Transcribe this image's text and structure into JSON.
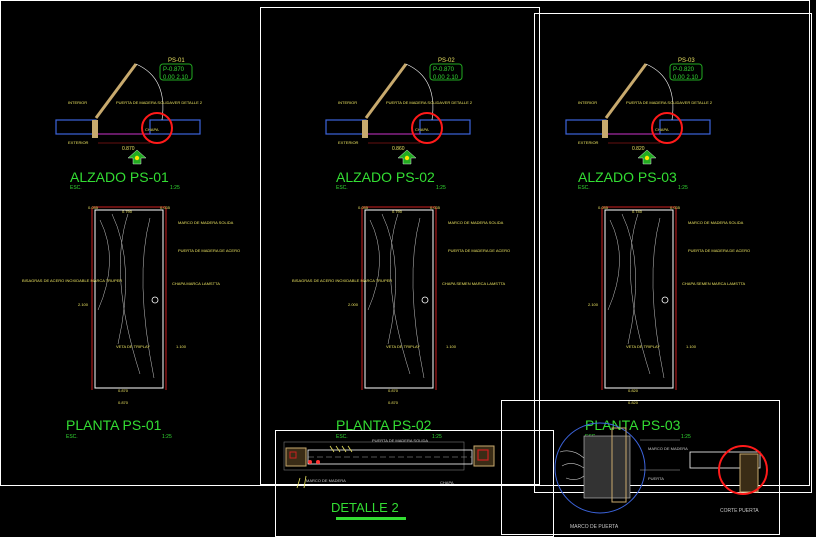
{
  "colors": {
    "background": "#000000",
    "frame": "#ffffff",
    "title_green": "#33dd33",
    "door_outline": "#ffffff",
    "frame_red": "#cc2020",
    "wall_blue": "#3c64dc",
    "door_leaf": "#c8aa6e",
    "callout_red": "#ff1a1a",
    "tag_green": "#22aa22",
    "magenta": "#cc33cc",
    "annotation_yellow": "#e8e060"
  },
  "doors": [
    {
      "id": "ps01",
      "tag": "PS-01",
      "tag_code": "P-0.870",
      "tag_size": "0.00 2.10",
      "width": "0.870",
      "note_side": "VER DETALLE 2",
      "note_leaf": "PUERTA DE MADERA SOLIDA",
      "note_latch": "CHAPA",
      "note_interior": "INTERIOR",
      "note_exterior": "EXTERIOR",
      "elev_title": "ALZADO PS-01",
      "elev_esc": "ESC.",
      "elev_scale": "1:25",
      "dim_left": "0.035",
      "dim_top": "0.790",
      "dim_right": "0.035",
      "dim_height": "2.100",
      "dim_handle": "1.100",
      "dim_bottom": "0.870",
      "dim_total": "0.870",
      "note_frame": "MARCO DE MADERA SOLIDA",
      "note_door": "PUERTA DE MADERA DE ACERO",
      "note_hinge": "BISAGRAS DE ACERO INOXIDABLE MARCA TRUPER",
      "note_chapa": "CHAPA MARCA LAMSTTA",
      "note_grain": "VETA DE TRIPLAY",
      "plan_title": "PLANTA PS-01",
      "plan_esc": "ESC.",
      "plan_scale": "1:25"
    },
    {
      "id": "ps02",
      "tag": "PS-02",
      "tag_code": "P-0.870",
      "tag_size": "0.00 2.10",
      "width": "0.860",
      "note_side": "VER DETALLE 2",
      "note_leaf": "PUERTA DE MADERA SOLIDA",
      "note_latch": "CHAPA",
      "note_interior": "INTERIOR",
      "note_exterior": "EXTERIOR",
      "elev_title": "ALZADO PS-02",
      "elev_esc": "ESC.",
      "elev_scale": "1:25",
      "dim_left": "0.035",
      "dim_top": "0.790",
      "dim_right": "0.035",
      "dim_height": "2.000",
      "dim_handle": "1.100",
      "dim_bottom": "0.870",
      "dim_total": "0.870",
      "note_frame": "MARCO DE MADERA SOLIDA",
      "note_door": "PUERTA DE MADERA DE ACERO",
      "note_hinge": "BISAGRAS DE ACERO INOXIDABLE MARCA TRUPER",
      "note_chapa": "CHAPA SEMEN MARCA LAMSTTA",
      "note_grain": "VETA DE TRIPLAY",
      "plan_title": "PLANTA PS-02",
      "plan_esc": "ESC.",
      "plan_scale": "1:25"
    },
    {
      "id": "ps03",
      "tag": "PS-03",
      "tag_code": "P-0.820",
      "tag_size": "0.00 2.10",
      "width": "0.820",
      "note_side": "VER DETALLE 2",
      "note_leaf": "PUERTA DE MADERA SOLIDA",
      "note_latch": "CHAPA",
      "note_interior": "INTERIOR",
      "note_exterior": "EXTERIOR",
      "elev_title": "ALZADO PS-03",
      "elev_esc": "ESC.",
      "elev_scale": "1:25",
      "dim_left": "0.035",
      "dim_top": "0.740",
      "dim_right": "0.035",
      "dim_height": "2.100",
      "dim_handle": "1.100",
      "dim_bottom": "0.820",
      "dim_total": "0.820",
      "note_frame": "MARCO DE MADERA SOLIDA",
      "note_door": "PUERTA DE MADERA DE ACERO",
      "note_hinge": "",
      "note_chapa": "CHAPA SEMEN MARCA LAMSTTA",
      "note_grain": "VETA DE TRIPLAY",
      "plan_title": "PLANTA PS-03",
      "plan_esc": "ESC.",
      "plan_scale": "1:25"
    }
  ],
  "detail2": {
    "title": "DETALLE 2",
    "note1": "MARCO DE MADERA",
    "note2": "PUERTA DE MADERA SOLIDA",
    "note3": "CHAPA"
  },
  "detail_right": {
    "label_frame": "MARCO DE PUERTA",
    "label_section": "CORTE PUERTA",
    "note1": "MARCO DE MADERA",
    "note2": "PUERTA"
  }
}
